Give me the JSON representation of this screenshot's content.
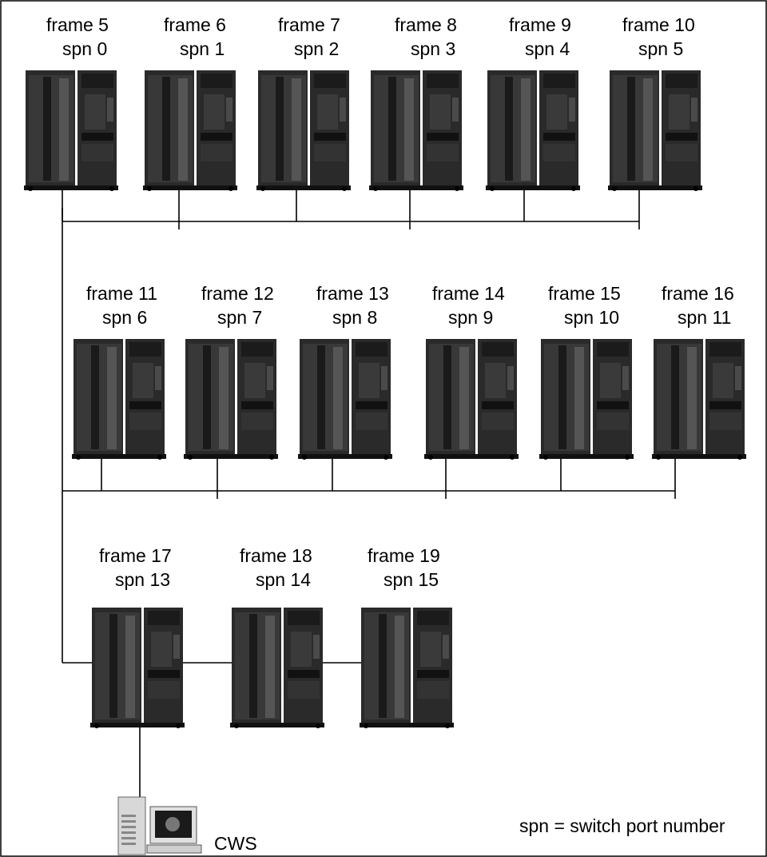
{
  "colors": {
    "frame_body": "#2a2a2a",
    "line": "#000000",
    "panel_split": "#ffffff"
  },
  "rows": [
    {
      "frames": [
        {
          "frame": "frame 5",
          "spn": "spn 0"
        },
        {
          "frame": "frame 6",
          "spn": "spn 1"
        },
        {
          "frame": "frame 7",
          "spn": "spn 2"
        },
        {
          "frame": "frame 8",
          "spn": "spn 3"
        },
        {
          "frame": "frame 9",
          "spn": "spn 4"
        },
        {
          "frame": "frame 10",
          "spn": "spn 5"
        }
      ]
    },
    {
      "frames": [
        {
          "frame": "frame 11",
          "spn": "spn 6"
        },
        {
          "frame": "frame 12",
          "spn": "spn 7"
        },
        {
          "frame": "frame 13",
          "spn": "spn 8"
        },
        {
          "frame": "frame 14",
          "spn": "spn 9"
        },
        {
          "frame": "frame 15",
          "spn": "spn 10"
        },
        {
          "frame": "frame 16",
          "spn": "spn 11"
        }
      ]
    },
    {
      "frames": [
        {
          "frame": "frame 17",
          "spn": "spn 13"
        },
        {
          "frame": "frame 18",
          "spn": "spn 14"
        },
        {
          "frame": "frame 19",
          "spn": "spn 15"
        }
      ]
    }
  ],
  "cws": {
    "label": "CWS",
    "icon": "workstation-icon"
  },
  "legend": "spn = switch port number"
}
